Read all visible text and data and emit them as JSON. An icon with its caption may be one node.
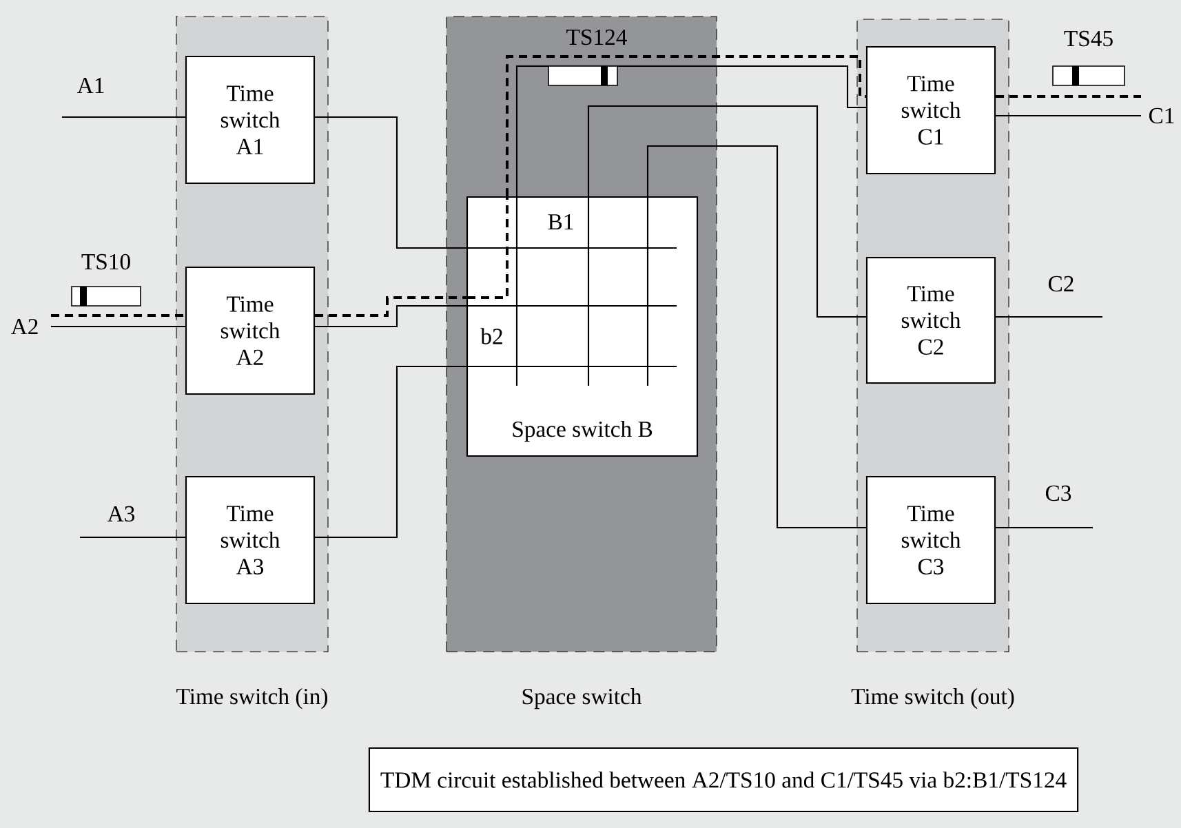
{
  "diagram": {
    "caption": "TDM circuit established between A2/TS10 and C1/TS45 via b2:B1/TS124",
    "nodes": [
      {
        "text": [
          "Time switch (in)"
        ]
      },
      {
        "text": [
          "Time switch A1"
        ],
        "in": 0
      },
      {
        "text": [
          "Time switch A2"
        ],
        "in": 0
      },
      {
        "text": [
          "Time switch A3"
        ],
        "in": 0
      },
      {
        "text": [
          "Space switch"
        ]
      },
      {
        "text": [
          "Space switch B"
        ],
        "in": 4
      },
      {
        "text": [
          "Time switch (out)"
        ]
      },
      {
        "text": [
          "Time switch C1"
        ],
        "in": 6
      },
      {
        "text": [
          "Time switch C2"
        ],
        "in": 6
      },
      {
        "text": [
          "Time switch C3"
        ],
        "in": 6
      }
    ],
    "edges": [
      {
        "from": null,
        "to": 1,
        "arrow": "none",
        "label": "A1"
      },
      {
        "from": null,
        "to": 2,
        "arrow": "none",
        "label": "A2"
      },
      {
        "from": null,
        "to": 2,
        "arrow": "none",
        "style": "dashed"
      },
      {
        "from": null,
        "to": 3,
        "arrow": "none",
        "label": "A3"
      },
      {
        "from": 1,
        "to": 5,
        "arrow": "none"
      },
      {
        "from": 2,
        "to": 5,
        "arrow": "none"
      },
      {
        "from": 2,
        "to": 5,
        "arrow": "none",
        "style": "dashed"
      },
      {
        "from": 3,
        "to": 5,
        "arrow": "none"
      },
      {
        "from": 5,
        "to": 7,
        "arrow": "none"
      },
      {
        "from": 5,
        "to": 8,
        "arrow": "none"
      },
      {
        "from": 5,
        "to": 9,
        "arrow": "none"
      },
      {
        "from": 5,
        "to": 7,
        "arrow": "none",
        "style": "dashed"
      },
      {
        "from": 7,
        "to": null,
        "arrow": "none",
        "label": "C1"
      },
      {
        "from": 7,
        "to": null,
        "arrow": "none",
        "style": "dashed"
      },
      {
        "from": 8,
        "to": null,
        "arrow": "none",
        "label": "C2"
      },
      {
        "from": 9,
        "to": null,
        "arrow": "none",
        "label": "C3"
      }
    ],
    "labels": [
      "TS124",
      "TS45",
      "TS10",
      "B1",
      "b2"
    ]
  }
}
